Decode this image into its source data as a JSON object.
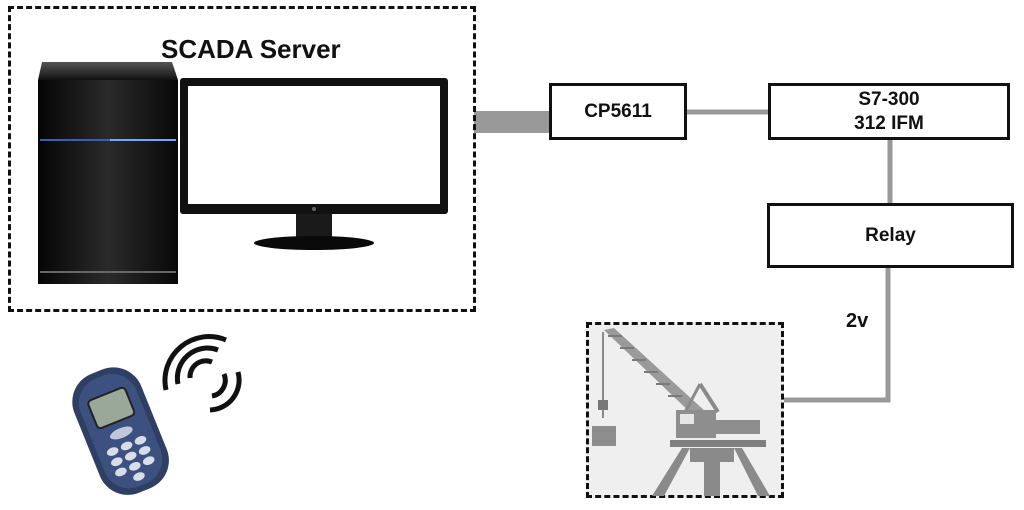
{
  "scada_server": {
    "title": "SCADA Server"
  },
  "cp5611": {
    "label": "CP5611"
  },
  "plc": {
    "line1": "S7-300",
    "line2": "312 IFM"
  },
  "relay": {
    "label": "Relay"
  },
  "voltage": {
    "label": "2v"
  },
  "colors": {
    "connector": "#999999",
    "border": "#111111"
  },
  "icons": [
    "computer-tower-icon",
    "monitor-icon",
    "mobile-phone-icon",
    "wireless-signal-icon",
    "crane-icon"
  ]
}
